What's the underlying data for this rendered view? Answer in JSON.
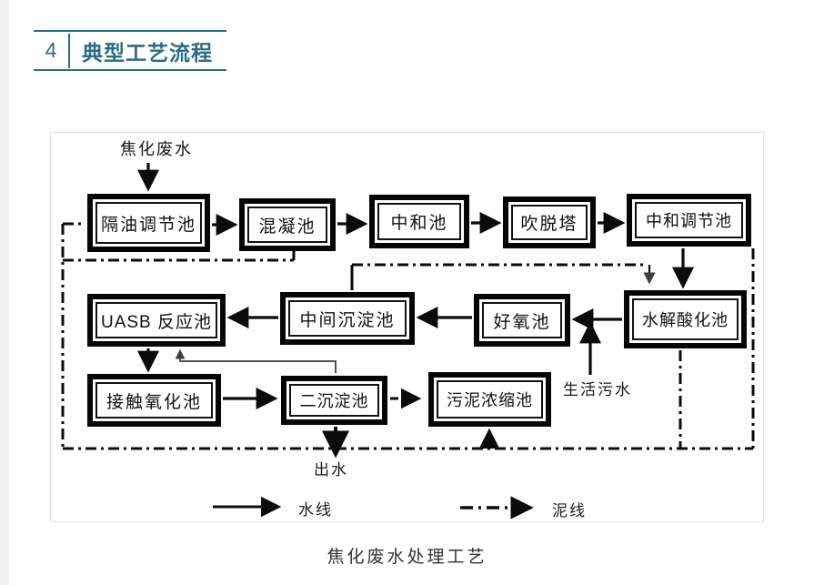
{
  "header": {
    "section_number": "4",
    "title": "典型工艺流程",
    "accent_color": "#2b6d86"
  },
  "diagram": {
    "source_label": "焦化废水",
    "nodes": [
      {
        "id": "oil-separation-regulating-tank",
        "label": "隔油调节池"
      },
      {
        "id": "coagulation-tank",
        "label": "混凝池"
      },
      {
        "id": "neutralization-tank",
        "label": "中和池"
      },
      {
        "id": "stripping-tower",
        "label": "吹脱塔"
      },
      {
        "id": "neutralization-regulating-tank",
        "label": "中和调节池"
      },
      {
        "id": "uasb-reactor",
        "label": "UASB 反应池"
      },
      {
        "id": "intermediate-sedimentation-tank",
        "label": "中间沉淀池"
      },
      {
        "id": "aerobic-tank",
        "label": "好氧池"
      },
      {
        "id": "hydrolysis-acidification-tank",
        "label": "水解酸化池"
      },
      {
        "id": "contact-oxidation-tank",
        "label": "接触氧化池"
      },
      {
        "id": "secondary-sedimentation-tank",
        "label": "二沉淀池"
      },
      {
        "id": "sludge-thickening-tank",
        "label": "污泥浓缩池"
      }
    ],
    "annotations": {
      "domestic_sewage": "生活污水",
      "effluent": "出水"
    },
    "legend": {
      "water_line_label": "水线",
      "sludge_line_label": "泥线"
    },
    "line_color": "#0b0b0b"
  },
  "caption": "焦化废水处理工艺"
}
